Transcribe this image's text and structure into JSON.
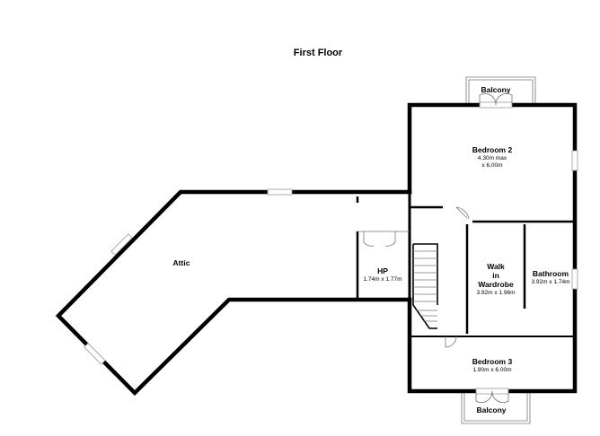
{
  "floor_title": "First Floor",
  "rooms": {
    "bedroom2": {
      "name": "Bedroom 2",
      "dim1": "4.30m max",
      "dim2": "x 6.00m"
    },
    "attic": {
      "name": "Attic"
    },
    "hp": {
      "name": "HP",
      "dim": "1.74m x 1.77m"
    },
    "walk_in": {
      "line1": "Walk",
      "line2": "in",
      "line3": "Wardrobe",
      "dim": "3.92m x 1.96m"
    },
    "bathroom": {
      "name": "Bathroom",
      "dim": "3.92m x 1.74m"
    },
    "bedroom3": {
      "name": "Bedroom 3",
      "dim": "1.90m x 6.00m"
    },
    "balcony_top": {
      "name": "Balcony"
    },
    "balcony_bottom": {
      "name": "Balcony"
    }
  }
}
